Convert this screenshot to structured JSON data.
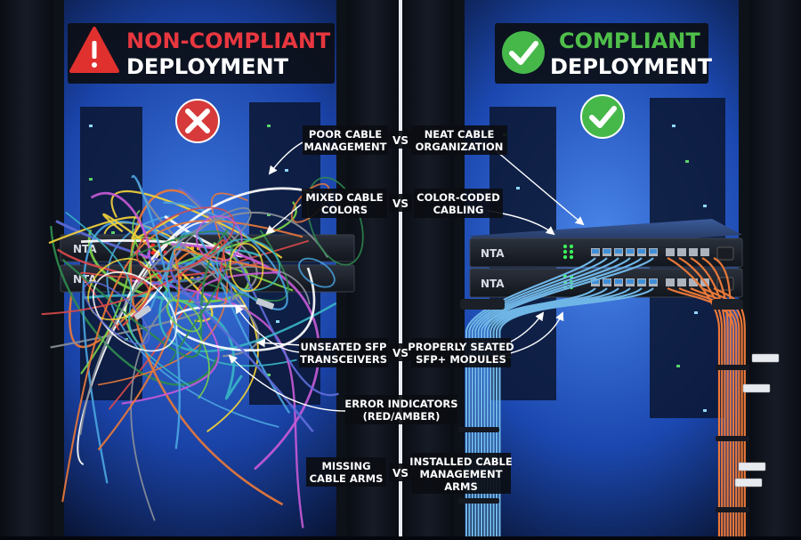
{
  "left_panel": {
    "title_line1": "NON-COMPLIANT",
    "title_line2": "DEPLOYMENT",
    "title_color": "#e8373f",
    "status_icon": "x-circle-icon",
    "warning_icon": "warning-triangle-icon",
    "device_labels": [
      "NTA",
      "NTA"
    ]
  },
  "right_panel": {
    "title_line1": "COMPLIANT",
    "title_line2": "DEPLOYMENT",
    "title_color": "#4fbf4a",
    "status_icon": "check-circle-icon",
    "badge_icon": "check-badge-icon",
    "device_labels": [
      "NTA",
      "NTA"
    ]
  },
  "comparisons": [
    {
      "left": [
        "POOR CABLE",
        "MANAGEMENT"
      ],
      "vs": "VS",
      "right": [
        "NEAT CABLE",
        "ORGANIZATION"
      ]
    },
    {
      "left": [
        "MIXED CABLE",
        "COLORS"
      ],
      "vs": "VS",
      "right": [
        "COLOR-CODED",
        "CABLING"
      ]
    },
    {
      "left": [
        "UNSEATED SFP",
        "TRANSCEIVERS"
      ],
      "vs": "VS",
      "right": [
        "PROPERLY SEATED",
        "SFP+ MODULES"
      ]
    },
    {
      "center": [
        "ERROR INDICATORS",
        "(RED/AMBER)"
      ]
    },
    {
      "left": [
        "MISSING",
        "CABLE ARMS"
      ],
      "vs": "VS",
      "right": [
        "INSTALLED CABLE",
        "MANAGEMENT",
        "ARMS"
      ]
    }
  ],
  "colors": {
    "background": "#05070d",
    "rack_glow": "#1f4fb8",
    "label_bg": "#0b0d12",
    "error_led": "#ff2a2a",
    "amber_led": "#ffb020",
    "ok_led": "#3cff5a",
    "fiber_blue": "#6fb6e6",
    "fiber_orange": "#e8783a"
  }
}
